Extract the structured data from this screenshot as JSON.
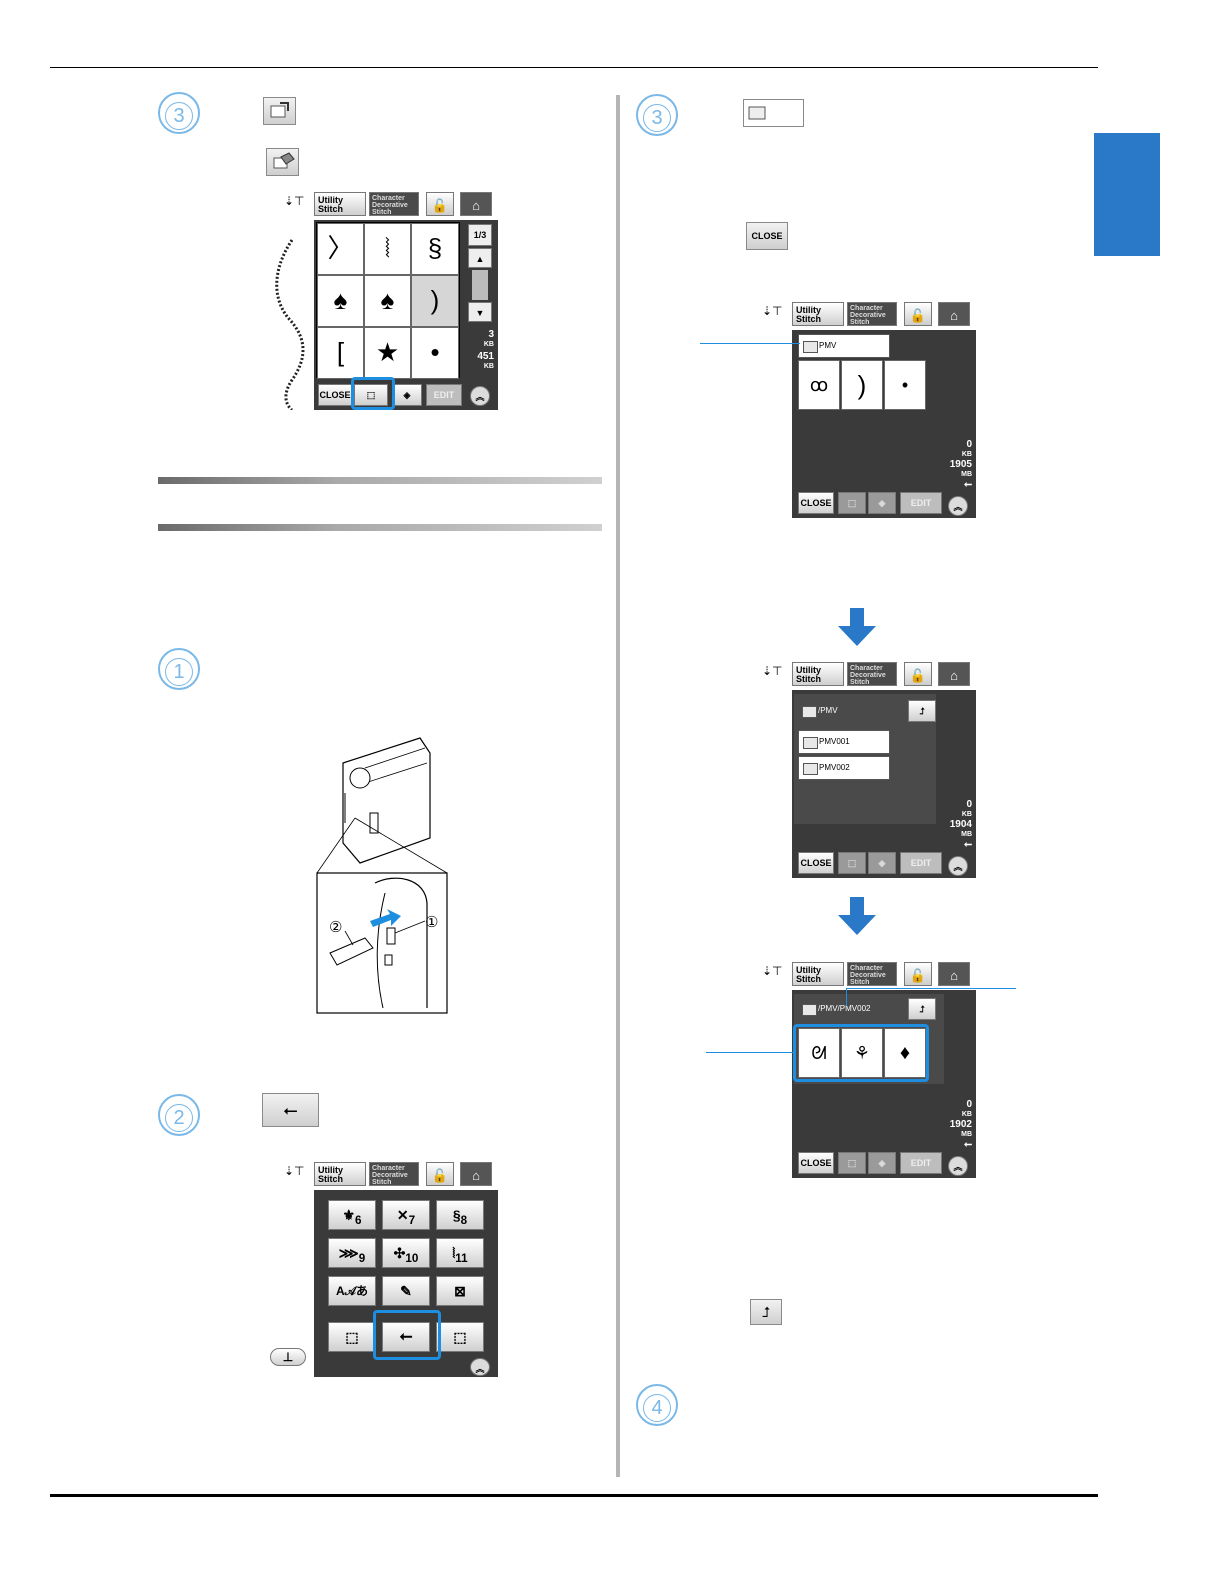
{
  "left": {
    "step3": {
      "num": "3"
    },
    "screen1": {
      "utility": "Utility Stitch",
      "character": "Character Decorative Stitch",
      "page": "1/3",
      "kb_val": "3",
      "kb_unit": "KB",
      "mb_val": "451",
      "mb_unit": "KB",
      "close": "CLOSE",
      "edit": "EDIT"
    },
    "step1": {
      "num": "1"
    },
    "usb_callout_1": "①",
    "usb_callout_2": "②",
    "step2": {
      "num": "2"
    },
    "screen2": {
      "utility": "Utility Stitch",
      "character": "Character Decorative Stitch",
      "labels": [
        "6",
        "7",
        "8",
        "9",
        "10",
        "11"
      ],
      "font_btn": "A𝒜あ"
    }
  },
  "right": {
    "step3": {
      "num": "3"
    },
    "close_icon_label": "CLOSE",
    "screenA": {
      "utility": "Utility Stitch",
      "character": "Character Decorative Stitch",
      "folder": "PMV",
      "kb_val": "0",
      "kb_unit": "KB",
      "mb_val": "1905",
      "mb_unit": "MB",
      "close": "CLOSE",
      "edit": "EDIT"
    },
    "screenB": {
      "utility": "Utility Stitch",
      "character": "Character Decorative Stitch",
      "path": "/PMV",
      "folders": [
        "PMV001",
        "PMV002"
      ],
      "kb_val": "0",
      "kb_unit": "KB",
      "mb_val": "1904",
      "mb_unit": "MB",
      "close": "CLOSE",
      "edit": "EDIT"
    },
    "screenC": {
      "utility": "Utility Stitch",
      "character": "Character Decorative Stitch",
      "path": "/PMV/PMV002",
      "kb_val": "0",
      "kb_unit": "KB",
      "mb_val": "1902",
      "mb_unit": "MB",
      "close": "CLOSE",
      "edit": "EDIT"
    },
    "step4": {
      "num": "4"
    }
  }
}
